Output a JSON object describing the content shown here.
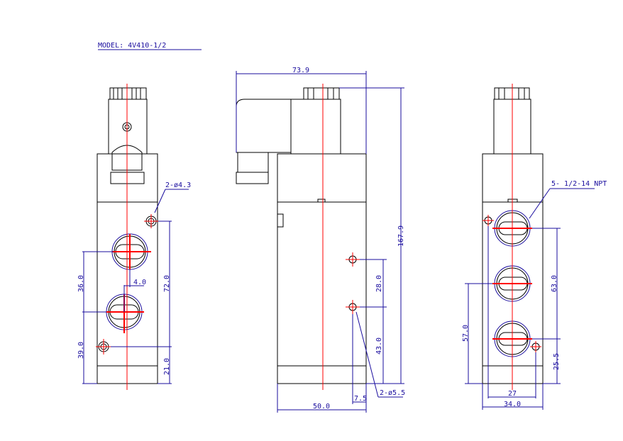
{
  "title": "MODEL: 4V410-1/2",
  "colors": {
    "outline": "#000000",
    "dimension": "#1a0d9e",
    "centerline": "#ff0000"
  },
  "left_view": {
    "hole_note": "2-ø4.3",
    "dim_36": "36.0",
    "dim_4": "4.0",
    "dim_72": "72.0",
    "dim_39": "39.0",
    "dim_21": "21.0"
  },
  "side_view": {
    "dim_width_top": "73.9",
    "dim_height": "167.9",
    "dim_28": "28.0",
    "dim_43": "43.0",
    "dim_7_5": "7.5",
    "hole_note": "2-ø5.5",
    "dim_50": "50.0"
  },
  "right_view": {
    "port_note": "5- 1/2-14 NPT",
    "dim_63": "63.0",
    "dim_57": "57.0",
    "dim_25_5": "25.5",
    "dim_27": "27",
    "dim_34": "34.0"
  }
}
